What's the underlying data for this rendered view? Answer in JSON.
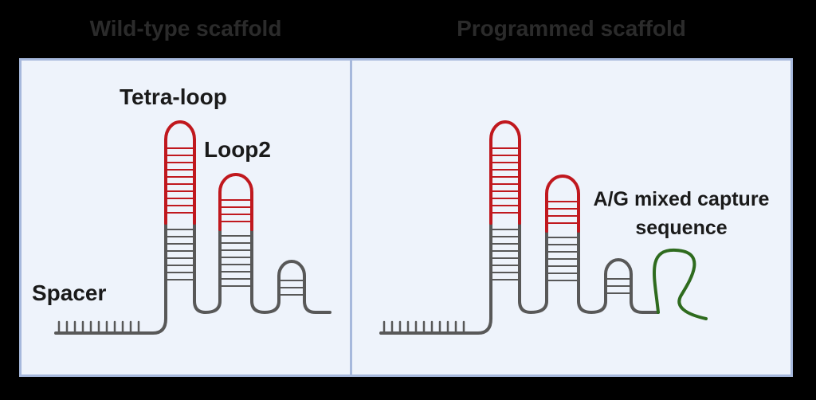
{
  "panels": {
    "left": {
      "title": "Wild-type scaffold",
      "labels": {
        "tetra_loop": "Tetra-loop",
        "loop2": "Loop2",
        "spacer": "Spacer"
      }
    },
    "right": {
      "title": "Programmed scaffold",
      "labels": {
        "capture": "A/G mixed capture sequence"
      }
    }
  },
  "colors": {
    "background": "#000000",
    "panel_fill": "#eef3fb",
    "panel_border": "#a6b8dc",
    "backbone": "#585858",
    "stem_red": "#c0181e",
    "capture_green": "#2e6b1e",
    "title": "#2b2b2b"
  }
}
